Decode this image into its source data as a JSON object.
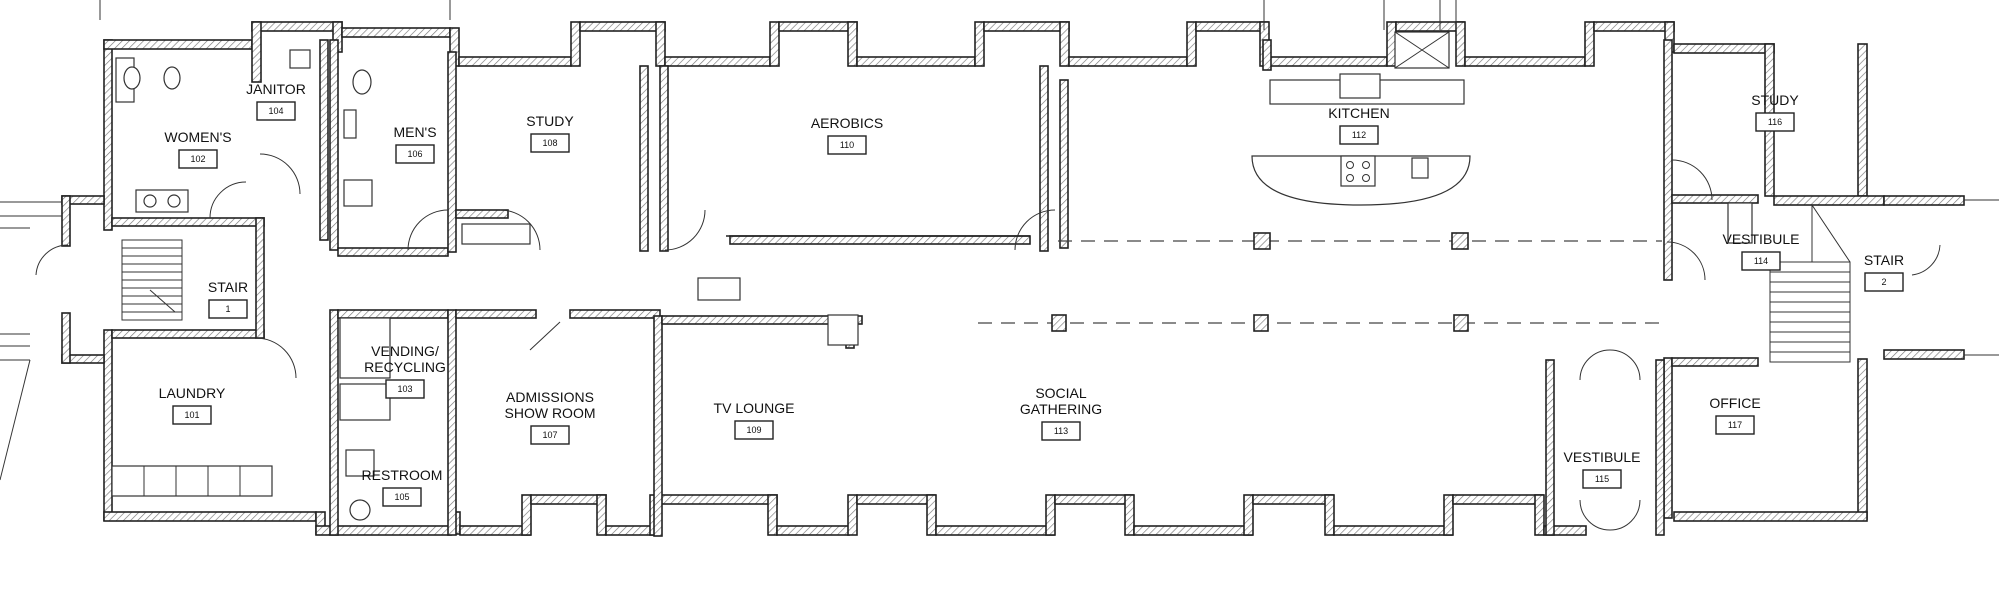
{
  "rooms": [
    {
      "id": "womens",
      "lines": [
        "WOMEN'S"
      ],
      "number": "102"
    },
    {
      "id": "janitor",
      "lines": [
        "JANITOR"
      ],
      "number": "104"
    },
    {
      "id": "mens",
      "lines": [
        "MEN'S"
      ],
      "number": "106"
    },
    {
      "id": "study-108",
      "lines": [
        "STUDY"
      ],
      "number": "108"
    },
    {
      "id": "aerobics",
      "lines": [
        "AEROBICS"
      ],
      "number": "110"
    },
    {
      "id": "kitchen",
      "lines": [
        "KITCHEN"
      ],
      "number": "112"
    },
    {
      "id": "study-116",
      "lines": [
        "STUDY"
      ],
      "number": "116"
    },
    {
      "id": "stair-1",
      "lines": [
        "STAIR"
      ],
      "number": "1"
    },
    {
      "id": "vestibule-114",
      "lines": [
        "VESTIBULE"
      ],
      "number": "114"
    },
    {
      "id": "stair-2",
      "lines": [
        "STAIR"
      ],
      "number": "2"
    },
    {
      "id": "laundry",
      "lines": [
        "LAUNDRY"
      ],
      "number": "101"
    },
    {
      "id": "vending",
      "lines": [
        "VENDING/",
        "RECYCLING"
      ],
      "number": "103"
    },
    {
      "id": "admissions",
      "lines": [
        "ADMISSIONS",
        "SHOW ROOM"
      ],
      "number": "107"
    },
    {
      "id": "tv-lounge",
      "lines": [
        "TV LOUNGE"
      ],
      "number": "109"
    },
    {
      "id": "social",
      "lines": [
        "SOCIAL",
        "GATHERING"
      ],
      "number": "113"
    },
    {
      "id": "restroom",
      "lines": [
        "RESTROOM"
      ],
      "number": "105"
    },
    {
      "id": "office",
      "lines": [
        "OFFICE"
      ],
      "number": "117"
    },
    {
      "id": "vestibule-115",
      "lines": [
        "VESTIBULE"
      ],
      "number": "115"
    }
  ]
}
